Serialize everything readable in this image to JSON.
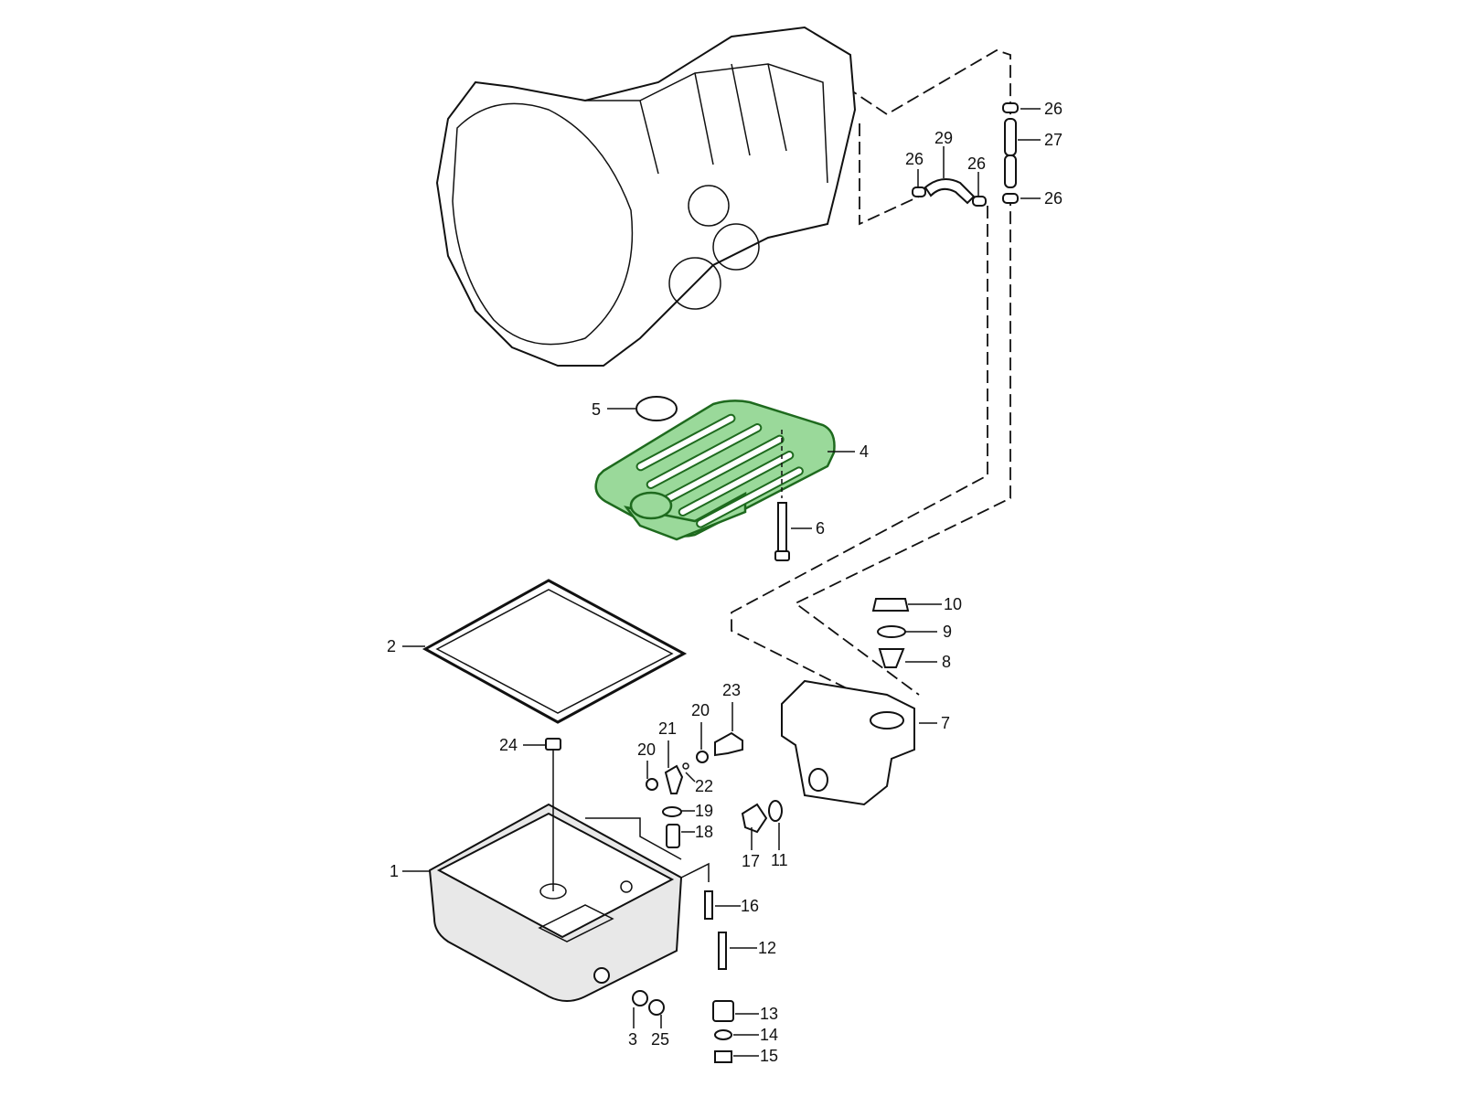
{
  "diagram": {
    "accent_color": "#9ad99a",
    "callouts": [
      {
        "id": "c26a",
        "label": "26"
      },
      {
        "id": "c27",
        "label": "27"
      },
      {
        "id": "c26b",
        "label": "26"
      },
      {
        "id": "c29",
        "label": "29"
      },
      {
        "id": "c26c",
        "label": "26"
      },
      {
        "id": "c26d",
        "label": "26"
      },
      {
        "id": "c5",
        "label": "5"
      },
      {
        "id": "c4",
        "label": "4"
      },
      {
        "id": "c6",
        "label": "6"
      },
      {
        "id": "c10",
        "label": "10"
      },
      {
        "id": "c9",
        "label": "9"
      },
      {
        "id": "c8",
        "label": "8"
      },
      {
        "id": "c7",
        "label": "7"
      },
      {
        "id": "c2",
        "label": "2"
      },
      {
        "id": "c23",
        "label": "23"
      },
      {
        "id": "c20a",
        "label": "20"
      },
      {
        "id": "c21",
        "label": "21"
      },
      {
        "id": "c20b",
        "label": "20"
      },
      {
        "id": "c24",
        "label": "24"
      },
      {
        "id": "c22",
        "label": "22"
      },
      {
        "id": "c19",
        "label": "19"
      },
      {
        "id": "c18",
        "label": "18"
      },
      {
        "id": "c17",
        "label": "17"
      },
      {
        "id": "c11",
        "label": "11"
      },
      {
        "id": "c1",
        "label": "1"
      },
      {
        "id": "c16",
        "label": "16"
      },
      {
        "id": "c12",
        "label": "12"
      },
      {
        "id": "c13",
        "label": "13"
      },
      {
        "id": "c14",
        "label": "14"
      },
      {
        "id": "c15",
        "label": "15"
      },
      {
        "id": "c3",
        "label": "3"
      },
      {
        "id": "c25",
        "label": "25"
      }
    ]
  }
}
